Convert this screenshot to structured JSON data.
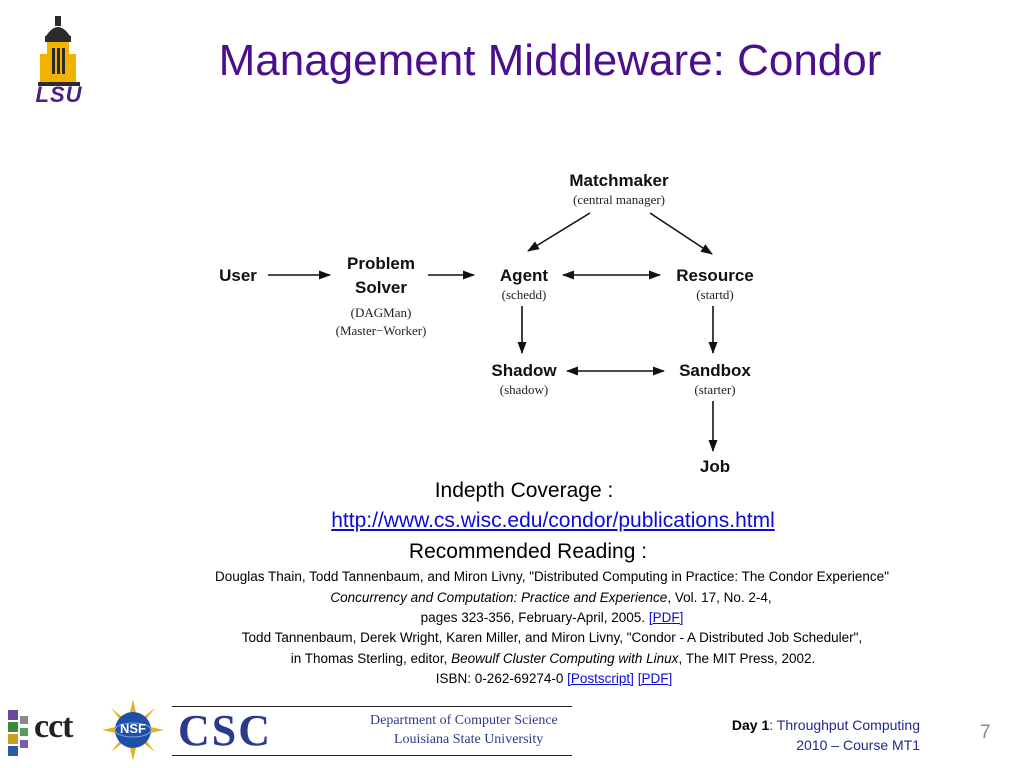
{
  "title": "Management Middleware: Condor",
  "logos": {
    "lsu": "LSU",
    "cct": "cct",
    "nsf": "NSF",
    "csc": "CSC",
    "csc_dept_line1": "Department of Computer Science",
    "csc_dept_line2": "Louisiana State University"
  },
  "diagram": {
    "user": "User",
    "problem_solver_1": "Problem",
    "problem_solver_2": "Solver",
    "problem_solver_sub1": "(DAGMan)",
    "problem_solver_sub2": "(Master−Worker)",
    "matchmaker": "Matchmaker",
    "matchmaker_sub": "(central manager)",
    "agent": "Agent",
    "agent_sub": "(schedd)",
    "resource": "Resource",
    "resource_sub": "(startd)",
    "shadow": "Shadow",
    "shadow_sub": "(shadow)",
    "sandbox": "Sandbox",
    "sandbox_sub": "(starter)",
    "job": "Job"
  },
  "refs": {
    "indepth_label": "Indepth Coverage :",
    "indepth_url": "http://www.cs.wisc.edu/condor/publications.html",
    "recommended_label": "Recommended Reading :",
    "ref1_line1": "Douglas Thain, Todd Tannenbaum, and Miron Livny, \"Distributed Computing in Practice: The Condor Experience\"",
    "ref1_journal": "Concurrency and Computation: Practice and Experience",
    "ref1_line2_rest": ", Vol. 17, No. 2-4,",
    "ref1_line3": "pages 323-356, February-April, 2005. ",
    "ref1_pdf": "[PDF]",
    "ref2_line1": "Todd Tannenbaum, Derek Wright, Karen Miller, and Miron Livny, \"Condor - A Distributed Job Scheduler\",",
    "ref2_line2_pre": "in Thomas Sterling, editor, ",
    "ref2_book": "Beowulf Cluster Computing with Linux",
    "ref2_line2_rest": ", The MIT Press, 2002.",
    "ref2_line3": "ISBN: 0-262-69274-0 ",
    "ref2_postscript": "[Postscript]",
    "ref2_pdf": "[PDF]"
  },
  "footer": {
    "day_label": "Day 1",
    "day_rest": ": Throughput Computing",
    "course": "2010 – Course MT1",
    "page_number": "7"
  },
  "colors": {
    "title": "#4b0f8c",
    "link": "#0b0bd6",
    "footer": "#1f2a8a",
    "lsu_purple": "#4b1f84",
    "lsu_gold": "#f2b300"
  }
}
